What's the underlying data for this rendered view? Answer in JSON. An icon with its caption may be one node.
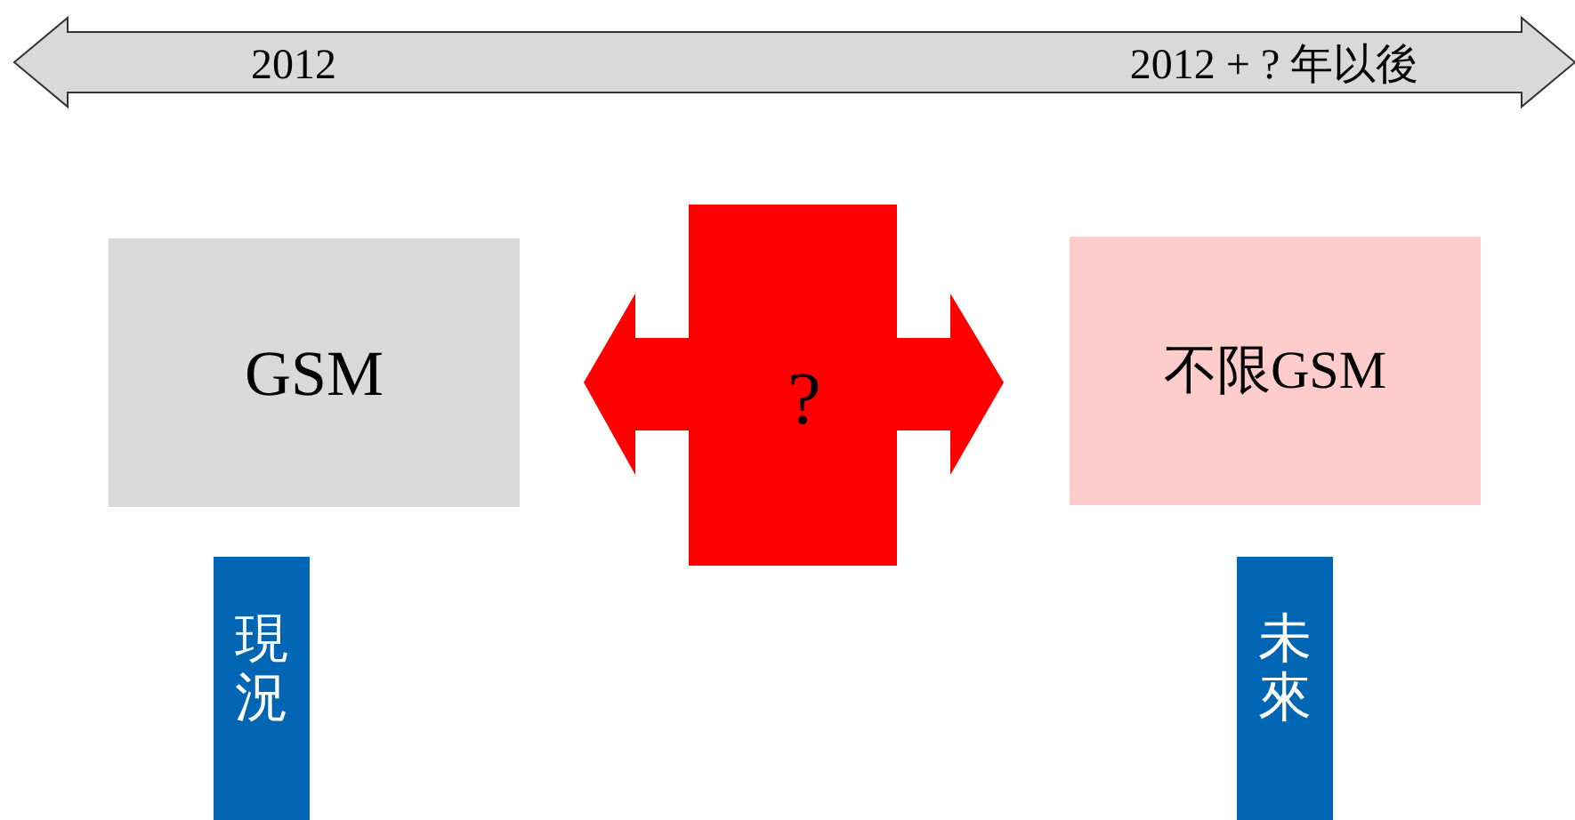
{
  "diagram": {
    "nodes": [
      {
        "text": [
          "2012",
          "2012 + ? 年以後"
        ]
      },
      {
        "text": [
          "GSM"
        ]
      },
      {
        "text": [
          "?"
        ]
      },
      {
        "text": [
          "不限GSM"
        ]
      },
      {
        "text": [
          "現況"
        ]
      },
      {
        "text": [
          "未來"
        ]
      }
    ]
  }
}
